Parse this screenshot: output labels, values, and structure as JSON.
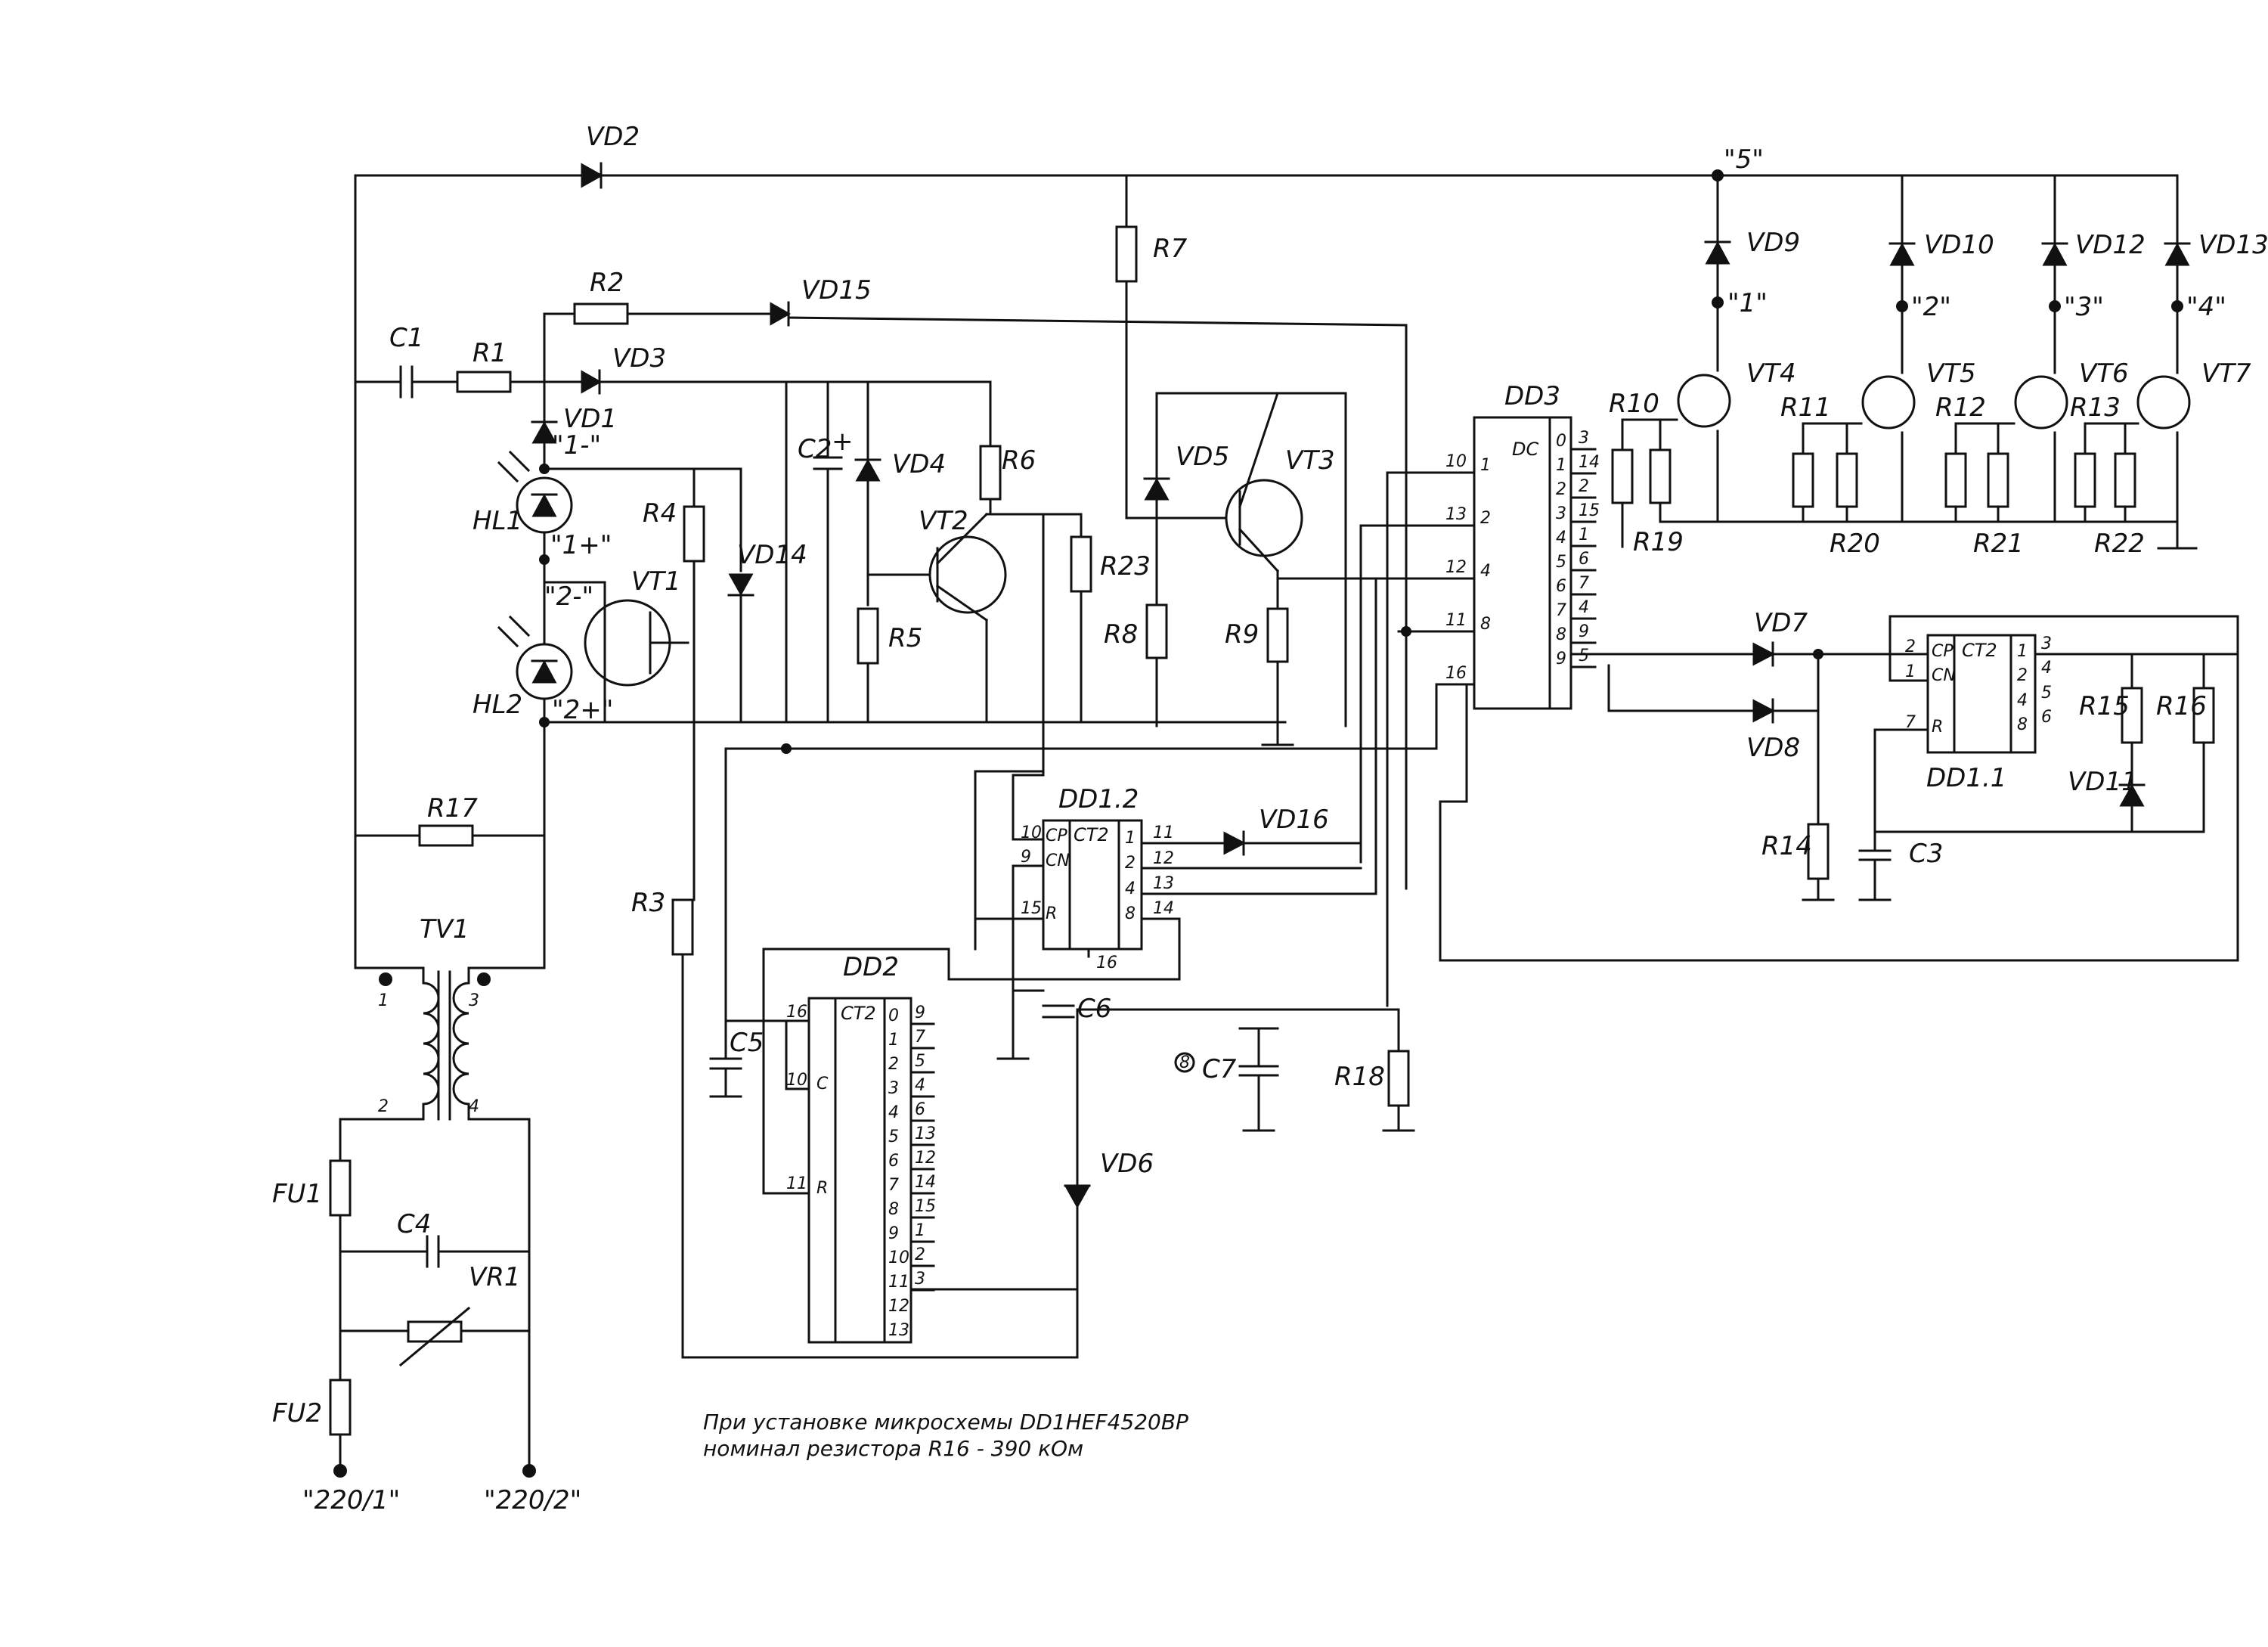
{
  "components": {
    "VD2": "VD2",
    "VD9": "VD9",
    "VD10": "VD10",
    "VD12": "VD12",
    "VD13": "VD13",
    "VT4": "VT4",
    "VT5": "VT5",
    "VT6": "VT6",
    "VT7": "VT7",
    "R10": "R10",
    "R11": "R11",
    "R12": "R12",
    "R13": "R13",
    "R19": "R19",
    "R20": "R20",
    "R21": "R21",
    "R22": "R22",
    "DD3": "DD3",
    "R7": "R7",
    "R2": "R2",
    "VD15": "VD15",
    "C1": "C1",
    "R1": "R1",
    "VD3": "VD3",
    "VD1": "VD1",
    "HL1": "HL1",
    "HL2": "HL2",
    "R4": "R4",
    "VD14": "VD14",
    "VT1": "VT1",
    "C2": "C2",
    "VD4": "VD4",
    "R6": "R6",
    "VT2": "VT2",
    "R5": "R5",
    "R23": "R23",
    "VD5": "VD5",
    "VT3": "VT3",
    "R8": "R8",
    "R9": "R9",
    "VD7": "VD7",
    "VD8": "VD8",
    "DD1_1": "DD1.1",
    "R15": "R15",
    "R16": "R16",
    "VD11": "VD11",
    "R14": "R14",
    "C3": "C3",
    "R17": "R17",
    "TV1": "TV1",
    "DD1_2": "DD1.2",
    "VD16": "VD16",
    "R3": "R3",
    "C5": "C5",
    "C6": "C6",
    "DD2": "DD2",
    "C7": "C7",
    "R18": "R18",
    "VD6": "VD6",
    "FU1": "FU1",
    "FU2": "FU2",
    "C4": "C4",
    "VR1": "VR1"
  },
  "nodes": {
    "n5": "\"5\"",
    "n1": "\"1\"",
    "n2": "\"2\"",
    "n3": "\"3\"",
    "n4": "\"4\"",
    "n1minus": "\"1-\"",
    "n1plus": "\"1+\"",
    "n2minus": "\"2-\"",
    "n2plus": "\"2+\"",
    "mains1": "\"220/1\"",
    "mains2": "\"220/2\"",
    "c7mark": "8"
  },
  "chips": {
    "dd3": {
      "func": "DC",
      "in_pins_ext": [
        "10",
        "13",
        "12",
        "11",
        "16"
      ],
      "in_pins_int": [
        "1",
        "2",
        "4",
        "8"
      ],
      "out_pins_int": [
        "0",
        "1",
        "2",
        "3",
        "4",
        "5",
        "6",
        "7",
        "8",
        "9"
      ],
      "out_pins_ext": [
        "3",
        "14",
        "2",
        "15",
        "1",
        "6",
        "7",
        "4",
        "9",
        "5"
      ]
    },
    "dd12": {
      "func": "CT2",
      "in_ext": [
        "10",
        "9",
        "15"
      ],
      "in_int": [
        "CP",
        "CN",
        "R"
      ],
      "out_int": [
        "1",
        "2",
        "4",
        "8"
      ],
      "out_ext": [
        "11",
        "12",
        "13",
        "14"
      ],
      "bottom": "16"
    },
    "dd11": {
      "func": "CT2",
      "in_ext": [
        "2",
        "1",
        "7"
      ],
      "in_int": [
        "CP",
        "CN",
        "R"
      ],
      "out_int": [
        "1",
        "2",
        "4",
        "8"
      ],
      "out_ext": [
        "3",
        "4",
        "5",
        "6"
      ]
    },
    "dd2": {
      "func": "CT2",
      "in_ext": [
        "16",
        "10",
        "11"
      ],
      "in_int": [
        "C",
        "R"
      ],
      "out_int": [
        "0",
        "1",
        "2",
        "3",
        "4",
        "5",
        "6",
        "7",
        "8",
        "9",
        "10",
        "11",
        "12",
        "13"
      ],
      "out_ext": [
        "9",
        "7",
        "5",
        "4",
        "6",
        "13",
        "12",
        "14",
        "15",
        "1",
        "2",
        "3"
      ]
    }
  },
  "transformer_pins": [
    "1",
    "2",
    "3",
    "4"
  ],
  "note": {
    "line1": "При установке микросхемы DD1HEF4520BP",
    "line2": "номинал резистора R16 - 390 кОм"
  }
}
